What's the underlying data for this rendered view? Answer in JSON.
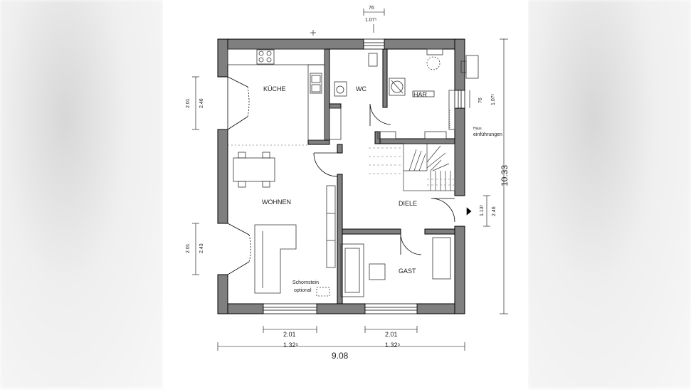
{
  "rooms": {
    "kueche": "KÜCHE",
    "wc": "WC",
    "har": "HAR",
    "wohnen": "WOHNEN",
    "diele": "DIELE",
    "gast": "GAST"
  },
  "notes": {
    "schornstein_line1": "Schornstein",
    "schornstein_line2": "optional",
    "einfuehrungen_line1": "Haus",
    "einfuehrungen_line2": "einführungen"
  },
  "dimensions": {
    "total_width": "9.08",
    "total_height": "10.33",
    "window_bottom_left_width": "2.01",
    "window_bottom_left_height": "1.32⁵",
    "window_bottom_right_width": "2.01",
    "window_bottom_right_height": "1.32⁵",
    "door_left_top_width": "2.01",
    "door_left_top_height": "2.46",
    "door_left_bottom_width": "2.01",
    "door_left_bottom_height": "2.43",
    "entrance_right_width": "1.13⁵",
    "entrance_right_height": "2.46",
    "top_window_width": "76",
    "top_window_height": "1.07⁵",
    "right_window_width": "76",
    "right_window_height": "1.07⁵"
  },
  "colors": {
    "wall": "#7f7f7f",
    "wall_outline": "#000000",
    "furniture": "#333333"
  }
}
